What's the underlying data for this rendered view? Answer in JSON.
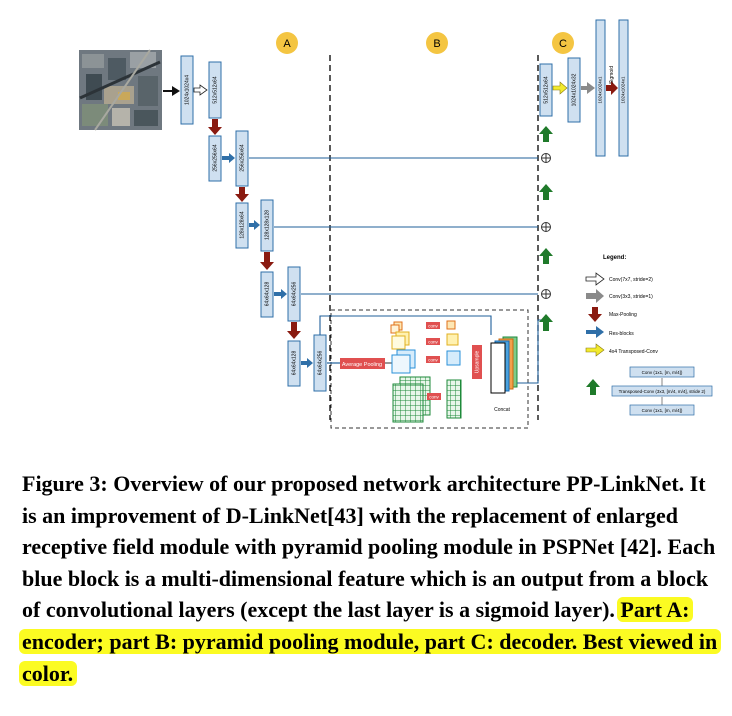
{
  "figure": {
    "part_labels": {
      "a": "A",
      "b": "B",
      "c": "C"
    },
    "encoder_blocks": [
      "1024x1024x4",
      "512x512x64",
      "256x256x64",
      "256x256x64",
      "128x128x64",
      "128x128x128",
      "64x64x128",
      "64x64x256",
      "64x64x128",
      "64x64x256"
    ],
    "decoder_blocks": [
      "512x512x64",
      "1024x1024x32",
      "1024x1024x1",
      "1024x1024x1"
    ],
    "sigmoid_label": "Sigmoid",
    "pyramid": {
      "avg_pool_label": "Average Pooling",
      "conv_label": "conv",
      "upsample_label": "Upsample",
      "concat_label": "Concat"
    },
    "legend": {
      "title": "Legend:",
      "items": [
        {
          "label": "Conv(7x7, stride=2)",
          "icon": "white-arrow-icon"
        },
        {
          "label": "Conv(3x3, stride=1)",
          "icon": "gray-arrow-icon"
        },
        {
          "label": "Max-Pooling",
          "icon": "dark-red-arrow-icon"
        },
        {
          "label": "Res-blocks",
          "icon": "blue-arrow-icon"
        },
        {
          "label": "4x4 Transposed-Conv",
          "icon": "yellow-arrow-icon"
        }
      ],
      "decoder_stack": [
        "Conv (1x1, [m, m/4])",
        "Transposed-Conv (3x3, [m/4, m/4], stride 2)",
        "Conv (1x1, [m, m/4])"
      ]
    },
    "colors": {
      "block": "#cfe0f0",
      "block_border": "#2f6fa8",
      "skip_line": "#1f5f9a",
      "maxpool": "#8a1a10",
      "upsample": "#1f7a2a",
      "transposed": "#f2ea2e",
      "avgpool": "#e05050",
      "highlight": "#fbfb22"
    }
  },
  "caption": {
    "normal": "Figure 3: Overview of our proposed network architecture PP-LinkNet. It is an improvement of D-LinkNet[43] with the replacement of enlarged receptive field module with pyramid pooling module in PSPNet [42]. Each blue block is a multi-dimensional feature which is an output from a block of convolutional layers (except the last layer is a sigmoid layer).",
    "highlighted": "Part A: encoder; part B: pyramid pooling module, part C: decoder. Best viewed in color."
  }
}
